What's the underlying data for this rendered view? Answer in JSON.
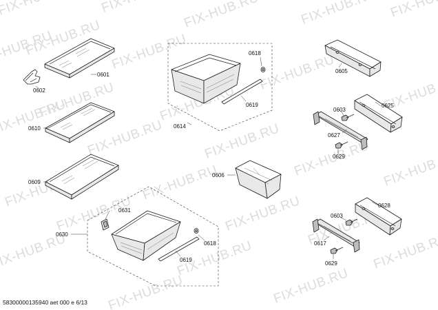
{
  "watermark": "FIX-HUB.RU",
  "parts": {
    "p0601": "0601",
    "p0602": "0602",
    "p0610": "0610",
    "p0609": "0609",
    "p0614": "0614",
    "p0618a": "0618",
    "p0619a": "0619",
    "p0606": "0606",
    "p0630": "0630",
    "p0631": "0631",
    "p0618b": "0618",
    "p0619b": "0619",
    "p0605": "0605",
    "p0625": "0625",
    "p0603a": "0603",
    "p0627": "0627",
    "p0629a": "0629",
    "p0628": "0628",
    "p0603b": "0603",
    "p0617": "0617",
    "p0629b": "0629"
  },
  "footer": "58300000135940 aet 000 e 6/13"
}
